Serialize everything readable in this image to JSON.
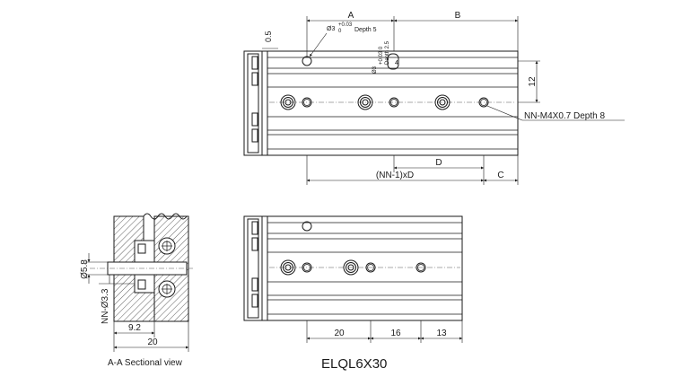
{
  "top_view": {
    "dim_a": "A",
    "dim_b": "B",
    "dim_05": "0.5",
    "dim_12": "12",
    "dim_d": "D",
    "dim_c": "C",
    "dim_nn1d": "(NN-1)xD",
    "callout_hole": "Ø3",
    "callout_hole_tol_up": "+0.03",
    "callout_hole_tol_lo": "0",
    "callout_hole_depth": "Depth 5",
    "callout_vhole": "Ø3",
    "callout_vhole_tol": "+0.03 0",
    "callout_vhole_depth": "Depth 2.5",
    "callout_vhole_len": "4",
    "callout_thread": "NN-M4X0.7 Depth 8"
  },
  "section_view": {
    "dim_58": "Ø5.8",
    "dim_nn33": "NN-Ø3.3",
    "dim_92": "9.2",
    "dim_20": "20",
    "caption": "A-A Sectional view"
  },
  "bottom_view": {
    "dim_20": "20",
    "dim_16": "16",
    "dim_13": "13"
  },
  "model_title": "ELQL6X30"
}
